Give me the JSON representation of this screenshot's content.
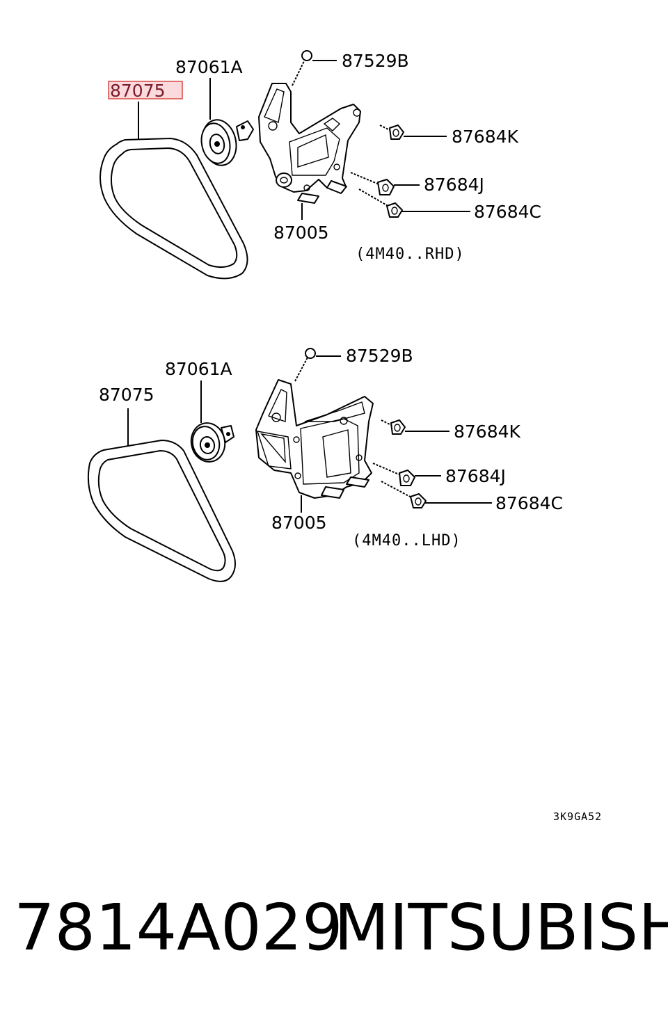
{
  "rhd": {
    "labels": {
      "belt": "87075",
      "pulley": "87061A",
      "bolt_top": "87529B",
      "bolt_k": "87684K",
      "bolt_j": "87684J",
      "bolt_c": "87684C",
      "bracket": "87005"
    },
    "variant": "(4M40..RHD)"
  },
  "lhd": {
    "labels": {
      "belt": "87075",
      "pulley": "87061A",
      "bolt_top": "87529B",
      "bolt_k": "87684K",
      "bolt_j": "87684J",
      "bolt_c": "87684C",
      "bracket": "87005"
    },
    "variant": "(4M40..LHD)"
  },
  "diagram_ref": "3K9GA52",
  "footer": {
    "part_number": "7814A029",
    "brand": "MITSUBISHI"
  },
  "colors": {
    "highlight_fill": "#fadadd",
    "highlight_stroke": "#d9534f"
  }
}
